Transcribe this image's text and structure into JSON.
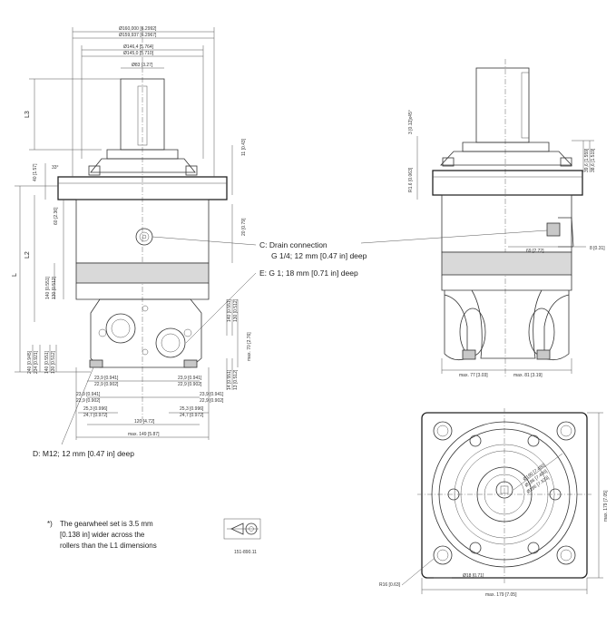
{
  "front_view": {
    "dia_160": "Ø160,000 [6.2992]",
    "dia_159": "Ø159,937 [6.2967]",
    "dia_146": "Ø146,4 [5.764]",
    "dia_145": "Ø145,0 [5.710]",
    "dia_83": "Ø83 [3.27]",
    "l3": "L3",
    "l2": "L2",
    "l": "L",
    "angle_33": "33°",
    "dim_40": "40 [1.57]",
    "dim_11": "11 [0.43]",
    "dim_60": "60 [2.36]",
    "dim_20": "20 [0.79]",
    "dim_140": "140 [0.551]",
    "dim_130": "130 [0.512]",
    "dim_140b": "140 [0.551]",
    "dim_130b": "130 [0.512]",
    "dim_240": "240 [0.945]",
    "dim_234": "234 [0.921]",
    "dim_140c": "140 [0.551]",
    "dim_130c": "130 [0.512]",
    "dim_70": "max. 70 [2.76]",
    "dim_14": "14 [0.551]",
    "dim_13": "13 [0.512]",
    "dim_239a": "23,9 [0.941]",
    "dim_229a": "22,9 [0.902]",
    "dim_239b": "23,9 [0.941]",
    "dim_229b": "22,9 [0.902]",
    "dim_239c": "23,9 [0.941]",
    "dim_229c": "22,9 [0.902]",
    "dim_239d": "23,9 [0.941]",
    "dim_229d": "22,9 [0.902]",
    "dim_253a": "25,3 [0.996]",
    "dim_247a": "24,7 [0.972]",
    "dim_253b": "25,3 [0.996]",
    "dim_247b": "24,7 [0.972]",
    "dim_120": "120 [4.72]",
    "dim_149": "max. 149 [5.87]"
  },
  "labels": {
    "drain_1": "C:  Drain connection",
    "drain_2": "G 1/4; 12 mm [0.47 in] deep",
    "e_port": "E:  G 1; 18 mm [0.71 in] deep",
    "d_port": "D:  M12; 12 mm [0.47 in] deep"
  },
  "side_view": {
    "chamfer": "3 [0.12]x45°",
    "r16": "R1.6 [0.063]",
    "dim_39": "39,6 [1.559]",
    "dim_385": "38,6 [1.519]",
    "dim_69": "69 [2.72]",
    "dim_8": "8 [0.31]",
    "dim_77": "max. 77 [3.03]",
    "dim_81": "max. 81 [3.19]"
  },
  "bottom_view": {
    "dia_1": "Ø190 [7.480]",
    "dia_2": "Ø188 [7.400]",
    "dia_3": "Ø186 [7.323]",
    "r16": "R16 [0.63]",
    "dim_18": "Ø18 [0.71]",
    "dim_179v": "max. 179 [7.05]",
    "dim_179h": "max. 179 [7.05]"
  },
  "note": {
    "star": "*)",
    "line1": "The gearwheel set is 3.5 mm",
    "line2": "[0.138 in] wider across the",
    "line3": "rollers than the L1 dimensions"
  },
  "drawing_number": "151-890.11"
}
